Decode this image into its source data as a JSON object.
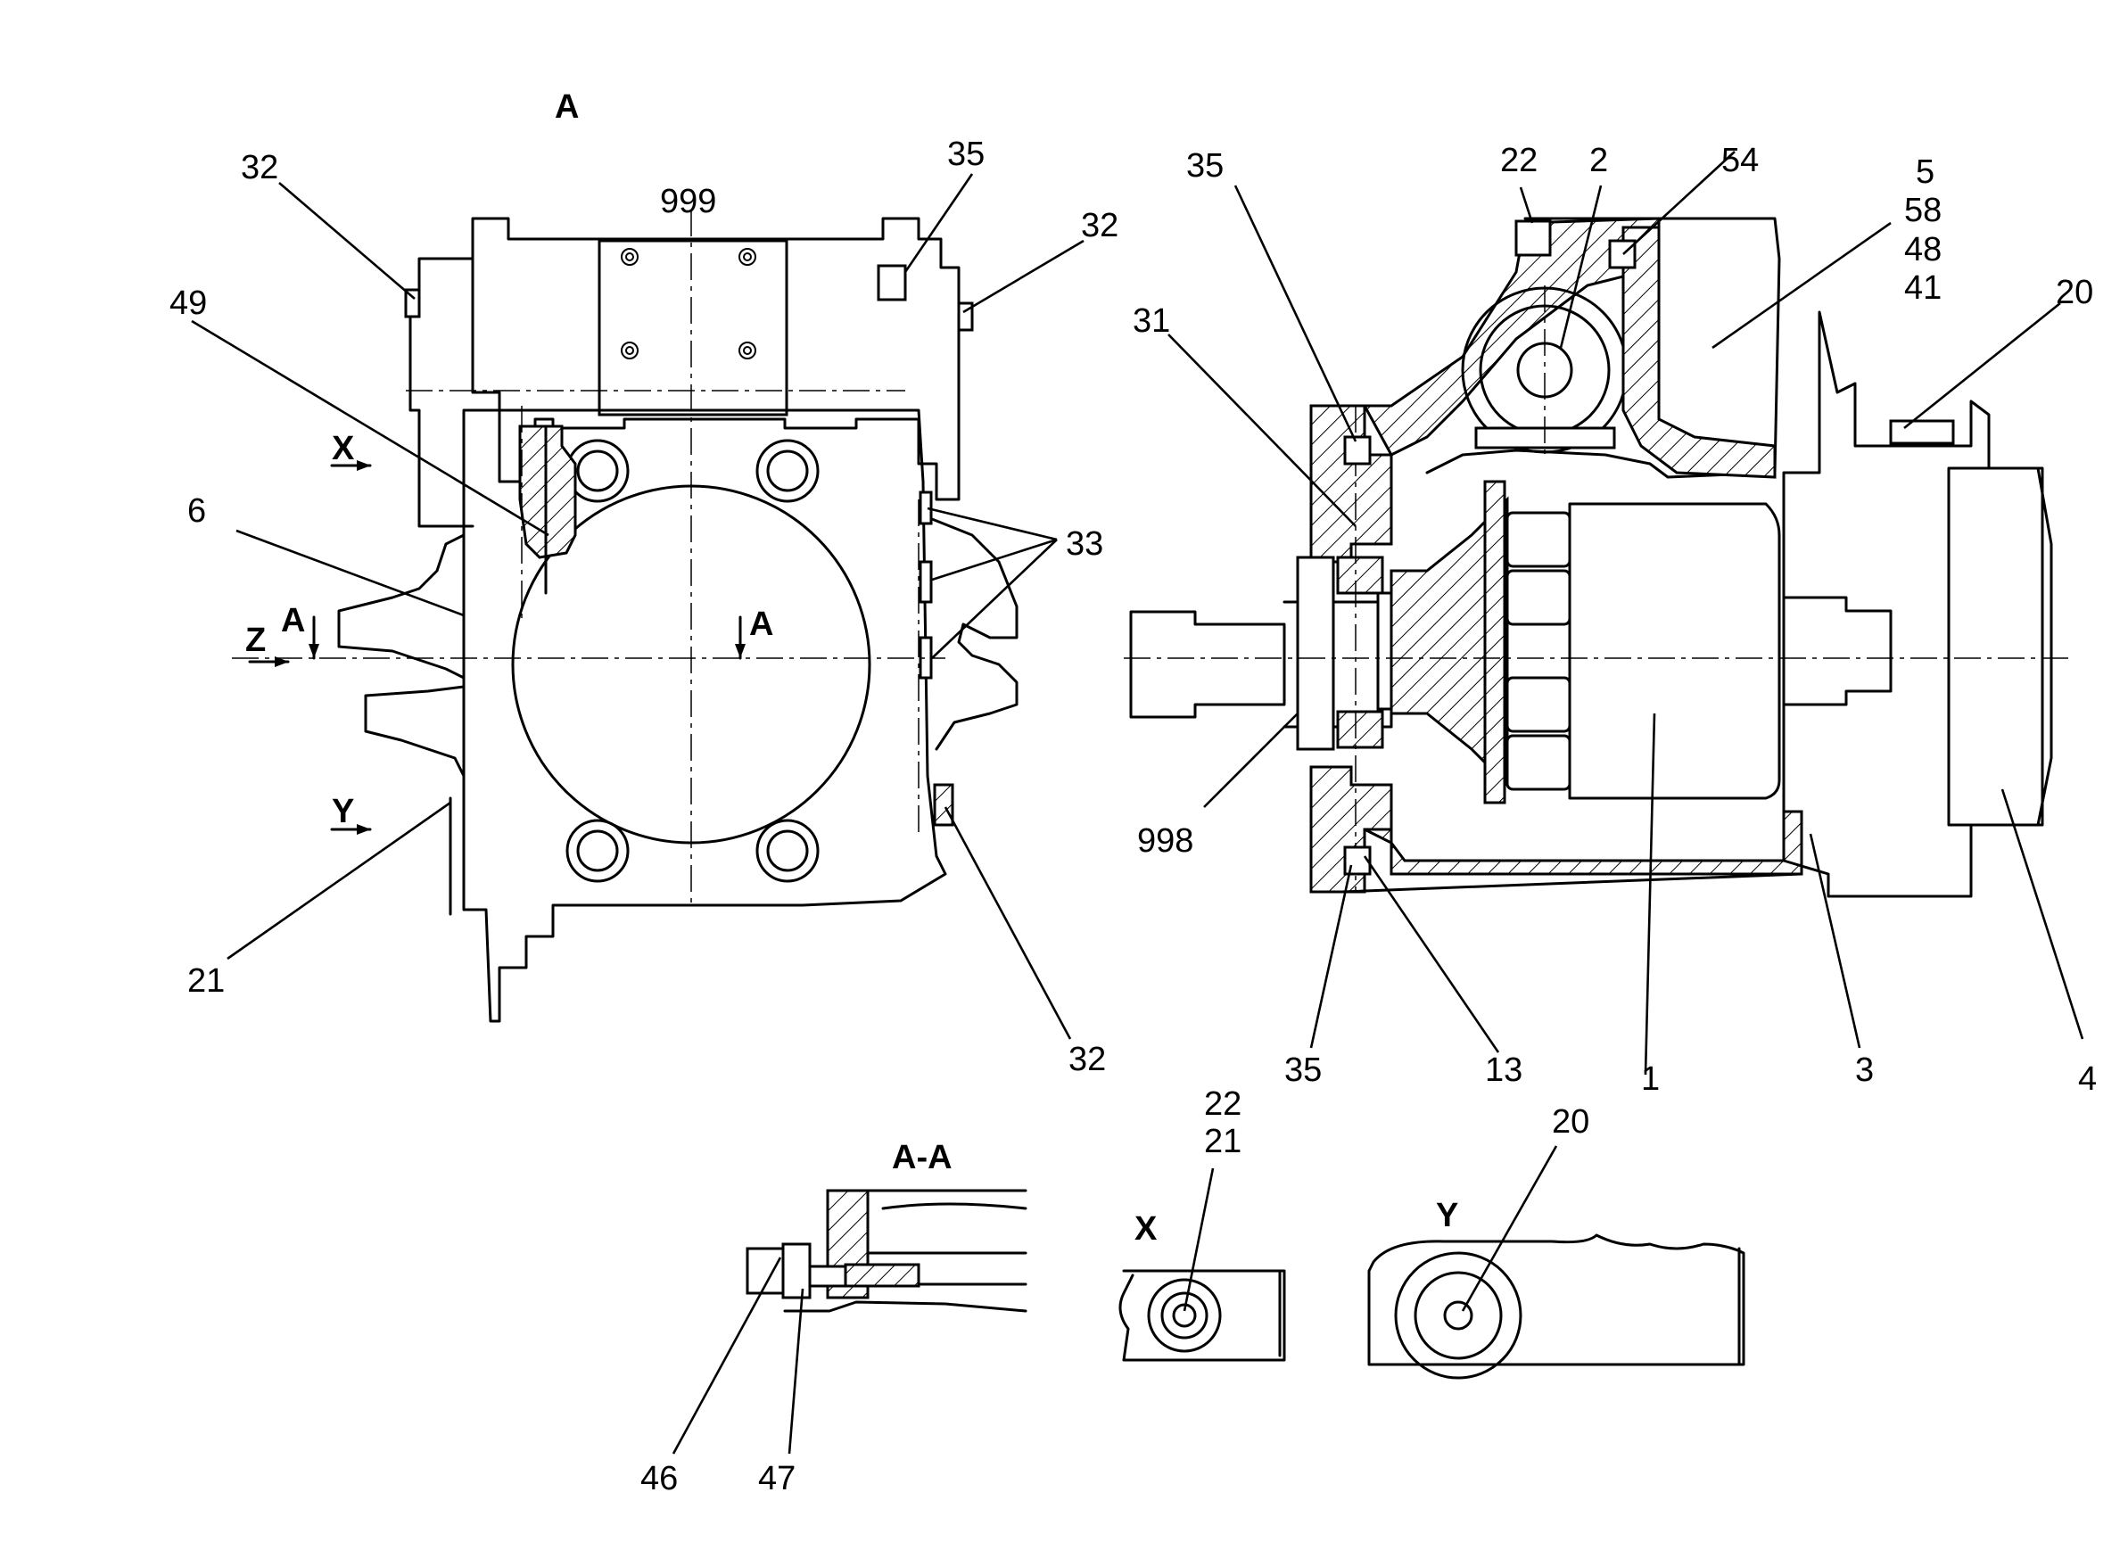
{
  "views": {
    "main_view": "A",
    "section": "A-A",
    "detail_x": "X",
    "detail_y": "Y"
  },
  "markers": {
    "x": "X",
    "y": "Y",
    "z": "Z",
    "a_left": "A",
    "a_right": "A"
  },
  "callouts": {
    "c32_tl": "32",
    "c999": "999",
    "c35_top": "35",
    "c32_tr": "32",
    "c49": "49",
    "c6": "6",
    "c33": "33",
    "c21_left": "21",
    "c32_br": "32",
    "c35_right": "35",
    "c22_top": "22",
    "c2": "2",
    "c54": "54",
    "c5": "5",
    "c58": "58",
    "c48": "48",
    "c41": "41",
    "c20_top": "20",
    "c31": "31",
    "c998": "998",
    "c35_bottom": "35",
    "c13": "13",
    "c1": "1",
    "c3": "3",
    "c4": "4",
    "c22_detail": "22",
    "c21_detail": "21",
    "c20_detail": "20",
    "c46": "46",
    "c47": "47"
  }
}
